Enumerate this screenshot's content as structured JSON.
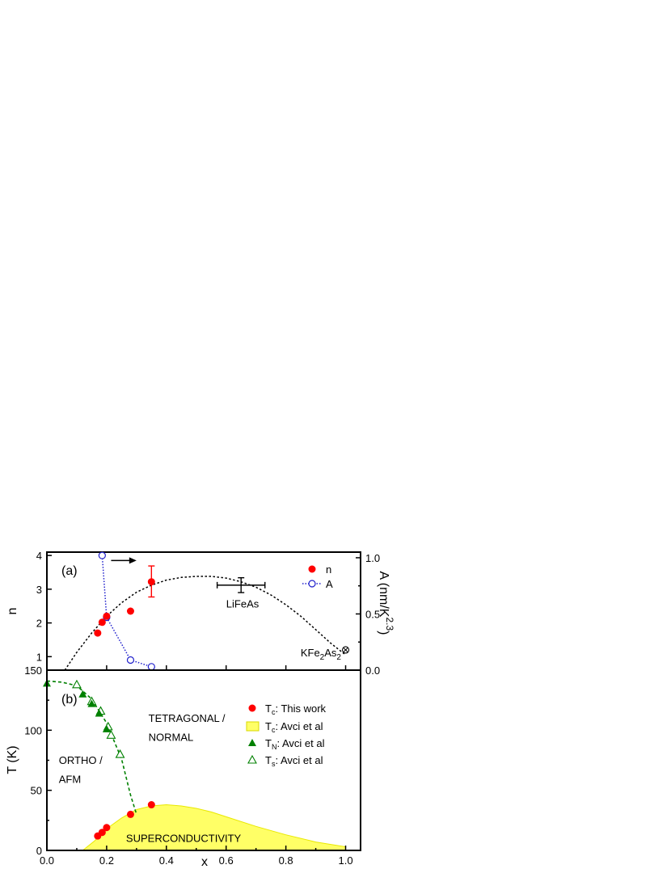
{
  "chart_data": [
    {
      "panel_label": "(a)",
      "type": "scatter",
      "xlim": [
        0.0,
        1.05
      ],
      "ylabel": "n",
      "ylim": [
        0.6,
        4.1
      ],
      "yticks": [
        "1",
        "2",
        "3",
        "4"
      ],
      "y2label": "A (nm/K",
      "y2label_exponent": "2.3",
      "y2label_close": ")",
      "y2lim": [
        0.0,
        1.05
      ],
      "y2ticks": [
        "0.0",
        "0.5",
        "1.0"
      ],
      "legend": {
        "placement": "top-right",
        "entries": [
          "n",
          "A"
        ]
      },
      "series": [
        {
          "name": "n",
          "marker": "filled-circle",
          "color": "#ff0000",
          "points": [
            {
              "x": 0.17,
              "y": 1.7
            },
            {
              "x": 0.185,
              "y": 2.02
            },
            {
              "x": 0.2,
              "y": 2.2
            },
            {
              "x": 0.28,
              "y": 2.35
            },
            {
              "x": 0.35,
              "y": 3.22,
              "yerr_low": 0.45,
              "yerr_high": 0.47
            }
          ]
        },
        {
          "name": "A",
          "axis": "right",
          "marker": "open-circle",
          "line": "dotted",
          "color": "#1f1fcc",
          "points": [
            {
              "x": 0.185,
              "y": 1.02
            },
            {
              "x": 0.2,
              "y": 0.47
            },
            {
              "x": 0.28,
              "y": 0.09
            },
            {
              "x": 0.35,
              "y": 0.03
            }
          ]
        },
        {
          "marker": "cross-errorbar",
          "color": "#000000",
          "points": [
            {
              "x": 0.65,
              "y": 3.12,
              "xerr": 0.08,
              "yerr": 0.22
            }
          ]
        },
        {
          "marker": "crossed-circle",
          "color": "#000000",
          "points": [
            {
              "x": 1.0,
              "y": 1.2
            }
          ]
        }
      ],
      "guide_curve": {
        "line": "dotted",
        "color": "#000000",
        "points": [
          [
            0.06,
            0.6
          ],
          [
            0.1,
            1.13
          ],
          [
            0.15,
            1.7
          ],
          [
            0.2,
            2.2
          ],
          [
            0.25,
            2.6
          ],
          [
            0.3,
            2.91
          ],
          [
            0.35,
            3.12
          ],
          [
            0.4,
            3.27
          ],
          [
            0.45,
            3.35
          ],
          [
            0.5,
            3.38
          ],
          [
            0.55,
            3.38
          ],
          [
            0.6,
            3.33
          ],
          [
            0.65,
            3.22
          ],
          [
            0.7,
            3.06
          ],
          [
            0.75,
            2.83
          ],
          [
            0.8,
            2.54
          ],
          [
            0.85,
            2.2
          ],
          [
            0.9,
            1.8
          ],
          [
            0.95,
            1.4
          ],
          [
            1.0,
            1.05
          ]
        ]
      },
      "arrow": {
        "from": [
          0.215,
          3.85
        ],
        "to": [
          0.3,
          3.85
        ],
        "direction": "right"
      },
      "annotations": [
        {
          "text": "LiFeAs",
          "x": 0.655,
          "y": 2.55
        },
        {
          "text": "KFe",
          "sub1": "2",
          "mid": "As",
          "sub2": "2",
          "x": 0.985,
          "y": 1.05
        }
      ]
    },
    {
      "panel_label": "(b)",
      "type": "scatter",
      "xlabel": "x",
      "xlim": [
        0.0,
        1.05
      ],
      "xticks": [
        "0.0",
        "0.2",
        "0.4",
        "0.6",
        "0.8",
        "1.0"
      ],
      "ylabel": "T (K)",
      "ylim": [
        0,
        150
      ],
      "yticks": [
        "0",
        "50",
        "100",
        "150"
      ],
      "legend": {
        "placement": "top-right",
        "entries": [
          {
            "main": "T",
            "sub": "c",
            "rest": ": This work"
          },
          {
            "main": "T",
            "sub": "c",
            "rest": ": Avci et al"
          },
          {
            "main": "T",
            "sub": "N",
            "rest": ": Avci et al"
          },
          {
            "main": "T",
            "sub": "s",
            "rest": ": Avci et al"
          }
        ]
      },
      "series": [
        {
          "name": "Tc: This work",
          "marker": "filled-circle",
          "color": "#ff0000",
          "points": [
            {
              "x": 0.17,
              "y": 12
            },
            {
              "x": 0.185,
              "y": 15
            },
            {
              "x": 0.2,
              "y": 19
            },
            {
              "x": 0.28,
              "y": 30
            },
            {
              "x": 0.35,
              "y": 38
            }
          ]
        },
        {
          "name": "Tc: Avci et al",
          "type": "area",
          "fill": "#ffff66",
          "stroke": "#e8e800",
          "points": [
            [
              0.12,
              0
            ],
            [
              0.16,
              8
            ],
            [
              0.2,
              18
            ],
            [
              0.25,
              27
            ],
            [
              0.3,
              34
            ],
            [
              0.35,
              37
            ],
            [
              0.4,
              38
            ],
            [
              0.45,
              37
            ],
            [
              0.5,
              35
            ],
            [
              0.55,
              32
            ],
            [
              0.6,
              28
            ],
            [
              0.7,
              20
            ],
            [
              0.8,
              13
            ],
            [
              0.9,
              7
            ],
            [
              1.0,
              3
            ],
            [
              1.0,
              0
            ]
          ]
        },
        {
          "name": "TN: Avci et al",
          "marker": "filled-triangle",
          "color": "#008000",
          "points": [
            {
              "x": 0.0,
              "y": 139
            },
            {
              "x": 0.12,
              "y": 130
            },
            {
              "x": 0.15,
              "y": 122
            },
            {
              "x": 0.175,
              "y": 114
            },
            {
              "x": 0.2,
              "y": 101
            }
          ]
        },
        {
          "name": "Ts: Avci et al",
          "marker": "open-triangle",
          "color": "#008000",
          "points": [
            {
              "x": 0.1,
              "y": 138
            },
            {
              "x": 0.15,
              "y": 124
            },
            {
              "x": 0.18,
              "y": 116
            },
            {
              "x": 0.205,
              "y": 103
            },
            {
              "x": 0.215,
              "y": 96
            },
            {
              "x": 0.245,
              "y": 80
            }
          ]
        }
      ],
      "guide_curve": {
        "line": "dashed",
        "color": "#008000",
        "points": [
          [
            0.0,
            141
          ],
          [
            0.05,
            140
          ],
          [
            0.1,
            137
          ],
          [
            0.15,
            126
          ],
          [
            0.2,
            106
          ],
          [
            0.25,
            76
          ],
          [
            0.28,
            46
          ],
          [
            0.3,
            30
          ]
        ]
      },
      "annotations": [
        {
          "text": "TETRAGONAL /",
          "x": 0.34,
          "y": 107
        },
        {
          "text": "NORMAL",
          "x": 0.34,
          "y": 91
        },
        {
          "text": "ORTHO /",
          "x": 0.04,
          "y": 72
        },
        {
          "text": "AFM",
          "x": 0.04,
          "y": 56
        },
        {
          "text": "SUPERCONDUCTIVITY",
          "x": 0.265,
          "y": 7
        }
      ]
    }
  ]
}
